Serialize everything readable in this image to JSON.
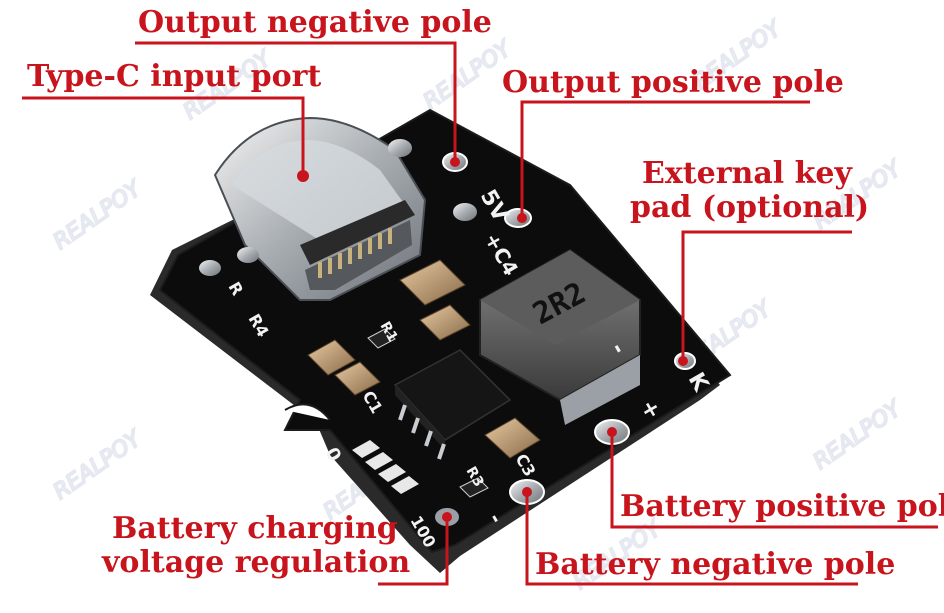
{
  "annotations": {
    "output_negative": "Output negative pole",
    "type_c": "Type-C input port",
    "output_positive": "Output positive pole",
    "external_key": [
      "External key",
      "pad (optional)"
    ],
    "battery_charging": [
      "Battery charging",
      "voltage regulation"
    ],
    "battery_positive": "Battery positive pole",
    "battery_negative": "Battery negative pole"
  },
  "silkscreen": {
    "five_volt": "5V",
    "c4": "+C4",
    "k": "K",
    "plus": "+",
    "minus": "-",
    "c3": "C3",
    "c1": "C1",
    "r1": "R1",
    "r4": "R4",
    "r3": "R3",
    "z": "0",
    "hundred": "100",
    "inductor": "2R2",
    "r_mark": "R"
  },
  "watermark": "REALPOY",
  "colors": {
    "annotation_red": "#c8141c",
    "board_black": "#0c0c0c",
    "silkscreen_white": "#f2f2f2",
    "connector_silver": "#b8bcc0"
  }
}
